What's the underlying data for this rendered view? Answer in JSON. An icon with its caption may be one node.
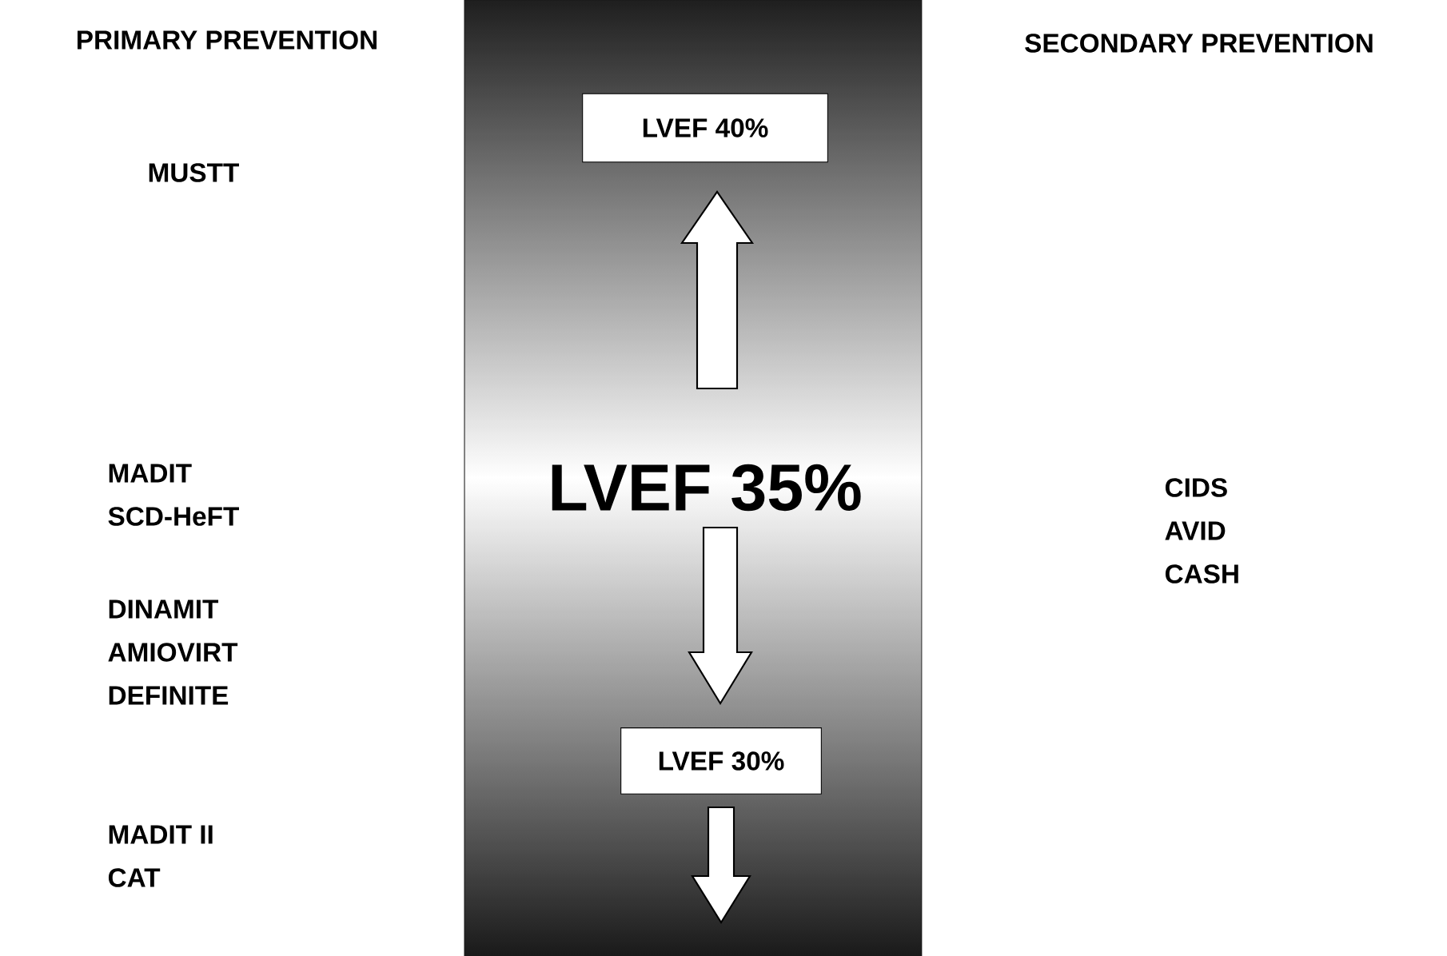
{
  "diagram": {
    "nodes": [
      {
        "text": [],
        "shape": "bar"
      },
      {
        "text": [
          "LVEF 35%"
        ],
        "in": 0
      },
      {
        "text": [
          "LVEF 40%"
        ],
        "in": 0
      },
      {
        "text": [
          "LVEF 30%"
        ],
        "in": 0
      }
    ],
    "edges": [
      {
        "from": 1,
        "to": 2,
        "arrow": "to"
      },
      {
        "from": 1,
        "to": 3,
        "arrow": "to"
      },
      {
        "from": 3,
        "to": null,
        "arrow": "to"
      }
    ],
    "labels": [
      "PRIMARY PREVENTION",
      "SECONDARY PREVENTION",
      "MUSTT",
      "MADIT",
      "SCD-HeFT",
      "CIDS",
      "AVID",
      "CASH",
      "DINAMIT",
      "AMIOVIRT",
      "DEFINITE",
      "MADIT II",
      "CAT"
    ]
  }
}
